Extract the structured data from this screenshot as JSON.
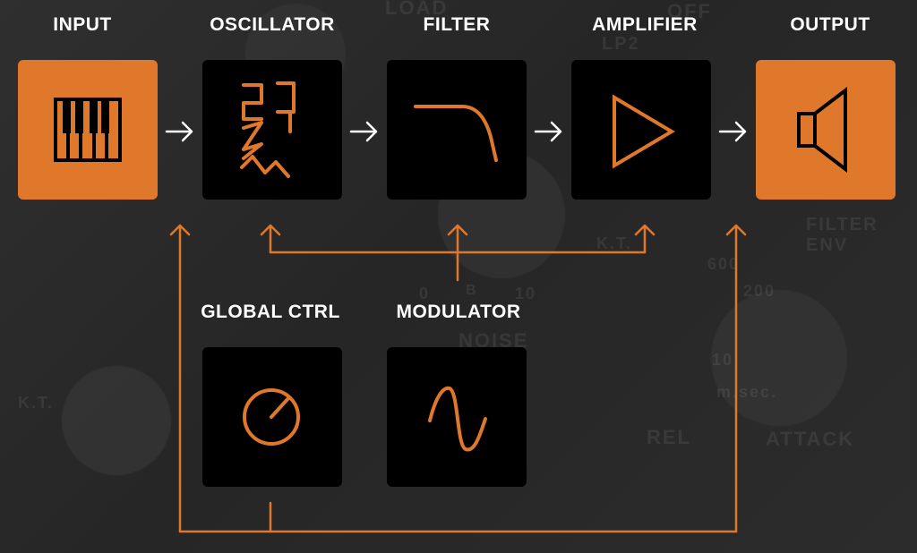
{
  "colors": {
    "accent": "#e0782c",
    "panel_dark": "#000000",
    "title_text": "#ffffff",
    "arrow_white": "#ffffff"
  },
  "modules": [
    {
      "id": "input",
      "label": "INPUT",
      "icon": "piano-keys-icon",
      "style": "orange"
    },
    {
      "id": "oscillator",
      "label": "OSCILLATOR",
      "icon": "waveforms-icon",
      "style": "dark"
    },
    {
      "id": "filter",
      "label": "FILTER",
      "icon": "lowpass-curve-icon",
      "style": "dark"
    },
    {
      "id": "amplifier",
      "label": "AMPLIFIER",
      "icon": "amplifier-triangle-icon",
      "style": "dark"
    },
    {
      "id": "output",
      "label": "OUTPUT",
      "icon": "speaker-icon",
      "style": "orange"
    },
    {
      "id": "global_ctrl",
      "label": "GLOBAL CTRL",
      "icon": "knob-icon",
      "style": "dark"
    },
    {
      "id": "modulator",
      "label": "MODULATOR",
      "icon": "sine-wave-icon",
      "style": "dark"
    }
  ],
  "background_text": {
    "load": "LOAD",
    "lp2": "LP2",
    "off": "OFF",
    "filter_env": "FILTER ENV",
    "noise": "NOISE",
    "rel": "REL",
    "attack": "ATTACK",
    "msec": "m.sec.",
    "kt": "K.T.",
    "b": "B",
    "n200": "200",
    "n600": "600",
    "n10": "10",
    "n0": "0"
  }
}
